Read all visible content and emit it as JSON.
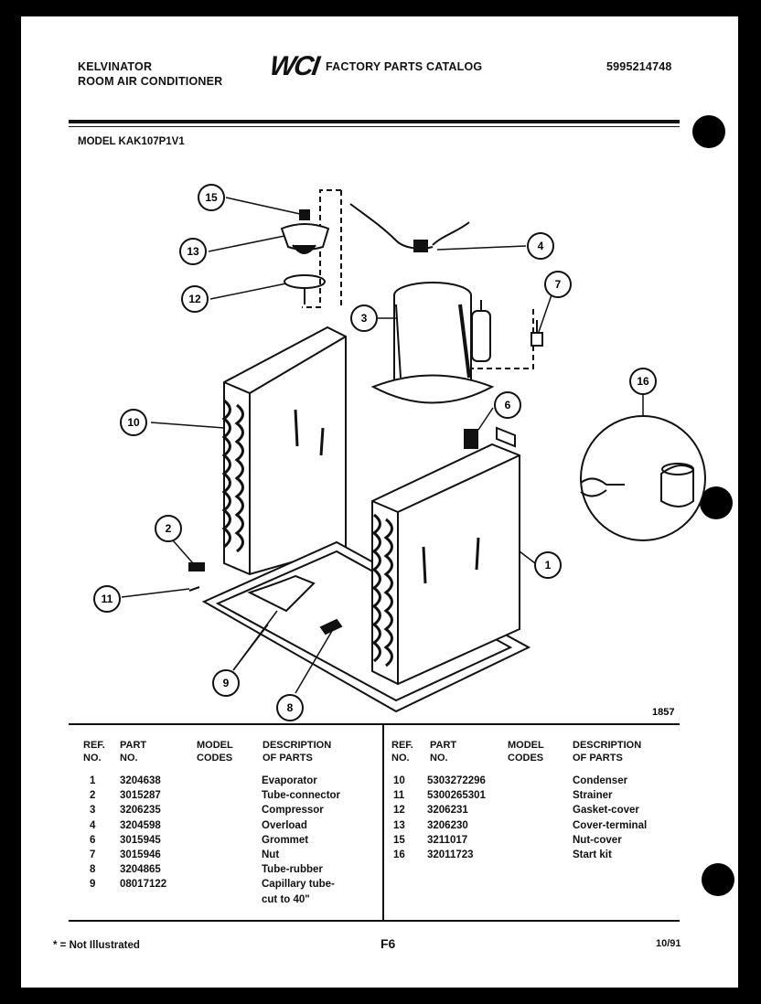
{
  "header": {
    "brand_line1": "KELVINATOR",
    "brand_line2": "ROOM AIR CONDITIONER",
    "logo_text": "WCI",
    "catalog_title": "FACTORY PARTS CATALOG",
    "catalog_number": "5995214748",
    "model_label": "MODEL KAK107P1V1"
  },
  "diagram": {
    "callouts": [
      "15",
      "13",
      "12",
      "4",
      "7",
      "3",
      "16",
      "6",
      "10",
      "2",
      "1",
      "11",
      "9",
      "8"
    ],
    "figure_number": "1857"
  },
  "table": {
    "headers": {
      "ref_no": "REF.\nNO.",
      "part_no": "PART\nNO.",
      "model_codes": "MODEL\nCODES",
      "description": "DESCRIPTION\nOF PARTS"
    },
    "left_rows": [
      {
        "ref": "1",
        "part": "3204638",
        "codes": "",
        "desc": "Evaporator"
      },
      {
        "ref": "2",
        "part": "3015287",
        "codes": "",
        "desc": "Tube-connector"
      },
      {
        "ref": "3",
        "part": "3206235",
        "codes": "",
        "desc": "Compressor"
      },
      {
        "ref": "4",
        "part": "3204598",
        "codes": "",
        "desc": "Overload"
      },
      {
        "ref": "6",
        "part": "3015945",
        "codes": "",
        "desc": "Grommet"
      },
      {
        "ref": "7",
        "part": "3015946",
        "codes": "",
        "desc": "Nut"
      },
      {
        "ref": "8",
        "part": "3204865",
        "codes": "",
        "desc": "Tube-rubber"
      },
      {
        "ref": "9",
        "part": "08017122",
        "codes": "",
        "desc": "Capillary tube-"
      },
      {
        "ref": "",
        "part": "",
        "codes": "",
        "desc": "cut to 40\""
      }
    ],
    "right_rows": [
      {
        "ref": "10",
        "part": "5303272296",
        "codes": "",
        "desc": "Condenser"
      },
      {
        "ref": "11",
        "part": "5300265301",
        "codes": "",
        "desc": "Strainer"
      },
      {
        "ref": "12",
        "part": "3206231",
        "codes": "",
        "desc": "Gasket-cover"
      },
      {
        "ref": "13",
        "part": "3206230",
        "codes": "",
        "desc": "Cover-terminal"
      },
      {
        "ref": "15",
        "part": "3211017",
        "codes": "",
        "desc": "Nut-cover"
      },
      {
        "ref": "16",
        "part": "32011723",
        "codes": "",
        "desc": "Start kit"
      }
    ]
  },
  "footer": {
    "note": "* = Not Illustrated",
    "page_code": "F6",
    "date": "10/91"
  }
}
